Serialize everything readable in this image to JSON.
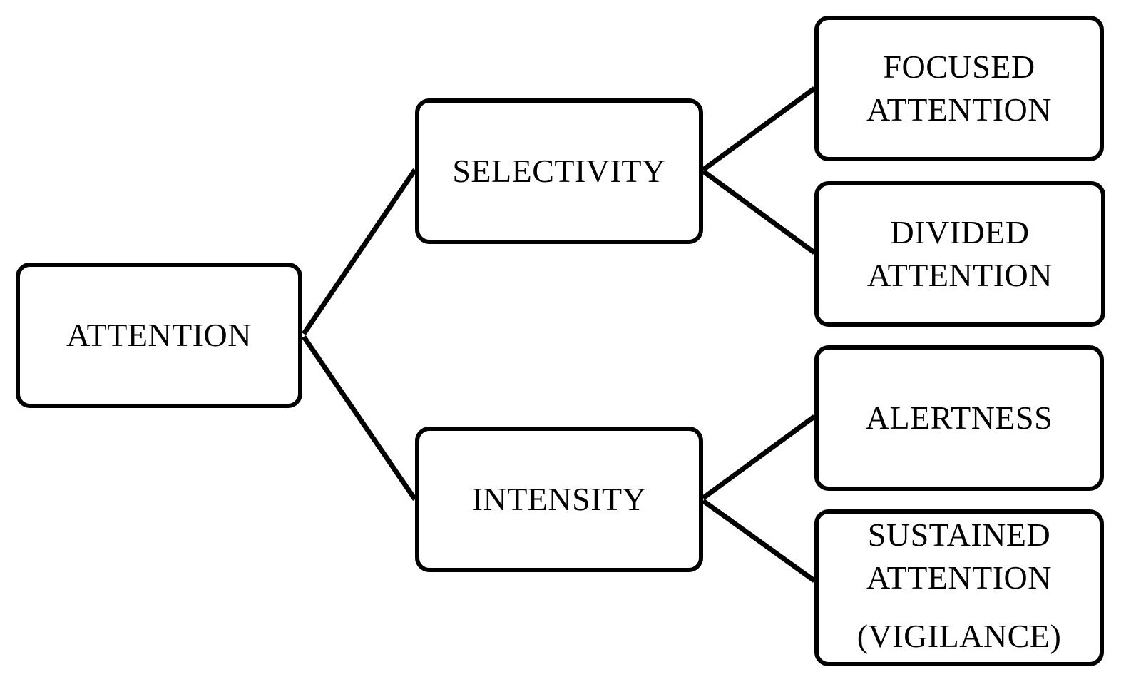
{
  "diagram": {
    "nodes": {
      "attention": {
        "lines": [
          "ATTENTION"
        ]
      },
      "selectivity": {
        "lines": [
          "SELECTIVITY"
        ]
      },
      "intensity": {
        "lines": [
          "INTENSITY"
        ]
      },
      "focused": {
        "lines": [
          "FOCUSED",
          "ATTENTION"
        ]
      },
      "divided": {
        "lines": [
          "DIVIDED",
          "ATTENTION"
        ]
      },
      "alertness": {
        "lines": [
          "ALERTNESS"
        ]
      },
      "sustained": {
        "lines": [
          "SUSTAINED",
          "ATTENTION",
          "(VIGILANCE)"
        ]
      }
    },
    "edges": [
      {
        "from": "attention",
        "to": "selectivity"
      },
      {
        "from": "attention",
        "to": "intensity"
      },
      {
        "from": "selectivity",
        "to": "focused"
      },
      {
        "from": "selectivity",
        "to": "divided"
      },
      {
        "from": "intensity",
        "to": "alertness"
      },
      {
        "from": "intensity",
        "to": "sustained"
      }
    ],
    "colors": {
      "stroke": "#000000",
      "fill": "#ffffff"
    }
  }
}
